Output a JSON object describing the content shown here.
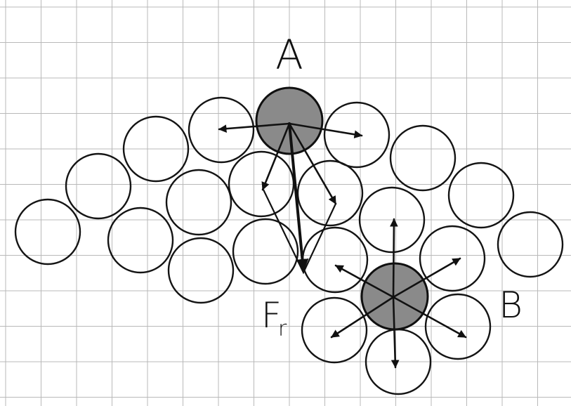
{
  "labels": {
    "a": "A",
    "b": "B",
    "resultant_main": "F",
    "resultant_sub": "r"
  },
  "colors": {
    "paper": "#ffffff",
    "grid": "#b9b9b9",
    "ink": "#111111",
    "shaded_particle": "#8a8a8a"
  }
}
